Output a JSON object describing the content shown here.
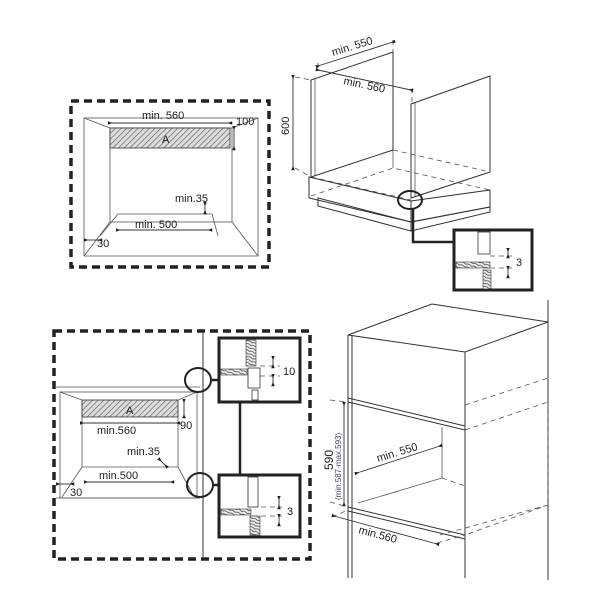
{
  "top_left_panel": {
    "width_label": "min. 560",
    "height_label": "100",
    "zone_label": "A",
    "gap_label": "min.35",
    "depth_label": "min. 500",
    "side_label": "30"
  },
  "top_right_cabinet": {
    "depth_label": "min. 550",
    "width_label": "min. 560",
    "height_label": "600",
    "detail_gap_label": "3"
  },
  "bottom_left_panel": {
    "zone_label": "A",
    "width_label": "min.560",
    "height_label": "90",
    "gap_label": "min.35",
    "depth_label": "min.500",
    "side_label": "30",
    "detail_top_gap_label": "10",
    "detail_bottom_gap_label": "3"
  },
  "bottom_right_cabinet": {
    "height_label": "590",
    "height_range_label": "(min.587-max.593)",
    "depth_label": "min. 550",
    "width_label": "min.560"
  }
}
